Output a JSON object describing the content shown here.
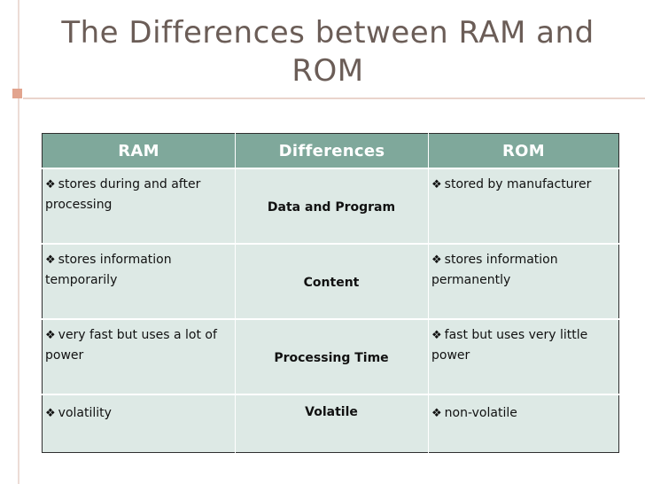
{
  "slide": {
    "title": "The Differences between RAM and ROM"
  },
  "table": {
    "headers": [
      "RAM",
      "Differences",
      "ROM"
    ],
    "bullet": "❖",
    "rows": [
      {
        "ram": "stores during and after processing",
        "difference": "Data and Program",
        "rom": "stored by manufacturer"
      },
      {
        "ram": "stores information temporarily",
        "difference": "Content",
        "rom": "stores information permanently"
      },
      {
        "ram": "very fast but uses a lot of power",
        "difference": "Processing Time",
        "rom": "fast but uses very little power"
      },
      {
        "ram": "volatility",
        "difference": "Volatile",
        "rom": "non-volatile"
      }
    ]
  },
  "colors": {
    "header_bg": "#7fa89b",
    "cell_bg": "#dde9e5",
    "title_text": "#6b5d57",
    "accent_square": "#e2a48e"
  }
}
